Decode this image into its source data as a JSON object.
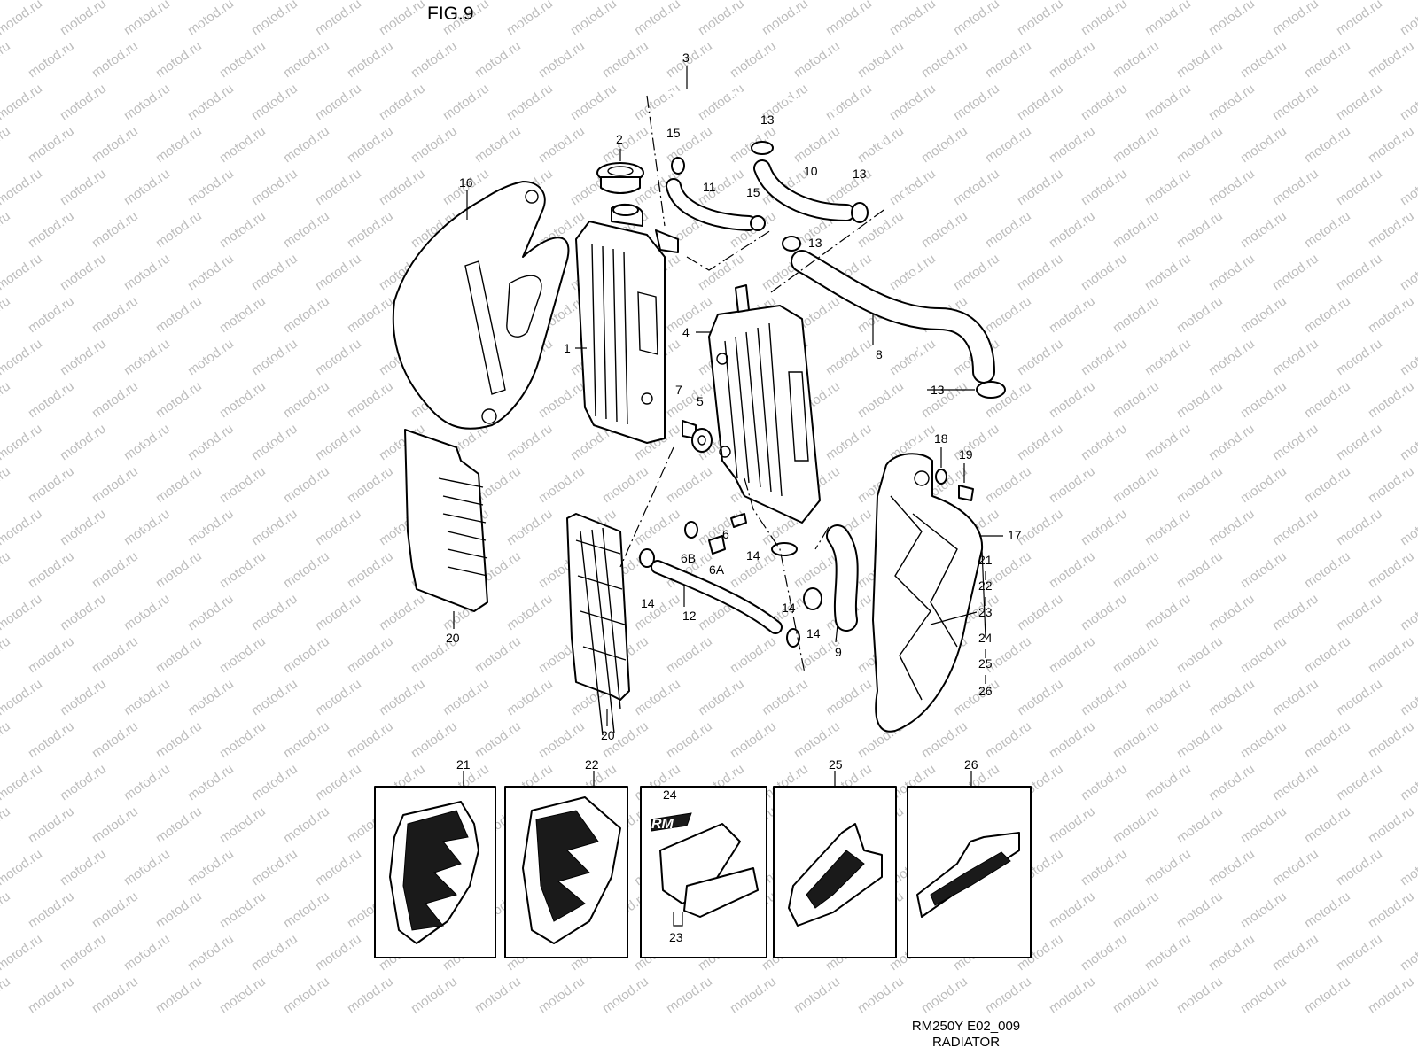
{
  "figure": {
    "title": "FIG.9"
  },
  "watermark": {
    "text": "motod.ru",
    "color": "#bdbdbd"
  },
  "footer": {
    "model_code": "RM250Y E02_009",
    "section": "RADIATOR"
  },
  "callouts": {
    "c1": "1",
    "c2": "2",
    "c3": "3",
    "c4": "4",
    "c5": "5",
    "c6": "6",
    "c6a": "6A",
    "c6b": "6B",
    "c7": "7",
    "c8": "8",
    "c9": "9",
    "c10": "10",
    "c11": "11",
    "c12": "12",
    "c13": "13",
    "c14": "14",
    "c15": "15",
    "c16": "16",
    "c17": "17",
    "c18": "18",
    "c19": "19",
    "c20": "20",
    "c21": "21",
    "c22": "22",
    "c23": "23",
    "c24": "24",
    "c25": "25",
    "c26": "26"
  },
  "inset_labels": [
    "21",
    "22",
    "24",
    "23",
    "25",
    "26"
  ],
  "logo_text": "RM"
}
